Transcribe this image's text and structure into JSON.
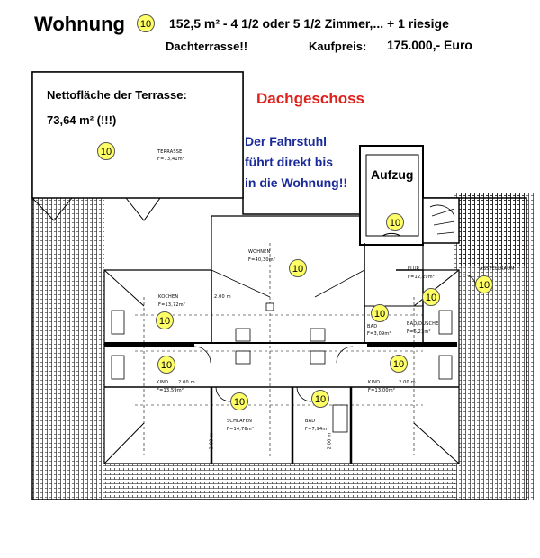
{
  "header": {
    "title": "Wohnung",
    "badge": "10",
    "line1": "152,5 m² - 4 1/2 oder 5 1/2 Zimmer,... + 1 riesige",
    "line2_left": "Dachterrasse!!",
    "line2_price_label": "Kaufpreis:",
    "line2_price": "175.000,- Euro"
  },
  "terrace": {
    "label": "Nettofläche der Terrasse:",
    "area": "73,64 m² (!!!)",
    "tiny_name": "TERRASSE",
    "tiny_area": "F=73,41m²"
  },
  "floor_title": "Dachgeschoss",
  "elevator_note": [
    "Der Fahrstuhl",
    "führt direkt bis",
    "in die Wohnung!!"
  ],
  "elevator_label": "Aufzug",
  "unit_badge": "10",
  "rooms": {
    "wohnen": [
      "WOHNEN",
      "F=40,30m²"
    ],
    "kochen": [
      "KOCHEN",
      "F=13,72m²"
    ],
    "kochen_dim": "2.00 m",
    "flur": [
      "FLUR",
      "F=12,29m²"
    ],
    "abstell": "ABSTELLRAUM",
    "bad1": [
      "BAD",
      "F=3,09m²"
    ],
    "bad2": [
      "BAD/DUSCHE",
      "F=6,21m²"
    ],
    "kind1": [
      "KIND",
      "F=13,59m²"
    ],
    "kind2": [
      "KIND",
      "F=13,00m²"
    ],
    "kind_dim1": "2.00 m",
    "kind_dim2": "2.00 m",
    "schlafen": [
      "SCHLAFEN",
      "F=14,76m²"
    ],
    "bad3": [
      "BAD",
      "F=7,94m²"
    ],
    "vdim1": "2.00 m",
    "vdim2": "2.00 m"
  }
}
